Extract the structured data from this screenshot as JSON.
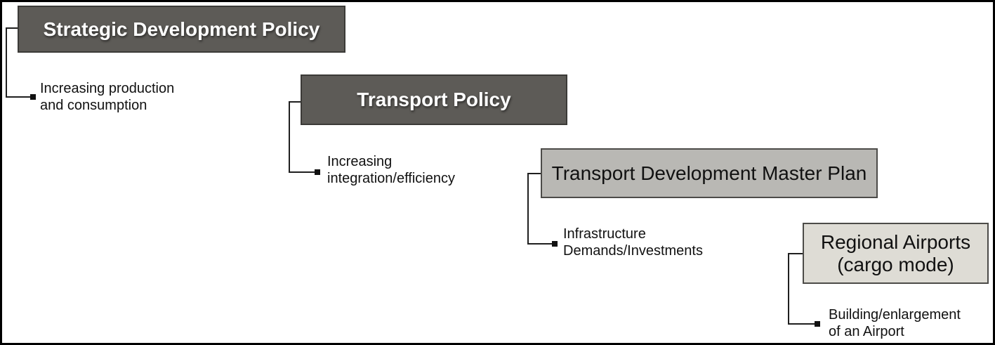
{
  "diagram": {
    "type": "policy-cascade-flowchart",
    "nodes": [
      {
        "id": "strategic-development-policy",
        "label_lines": [
          "Strategic Development Policy"
        ],
        "sub_lines": [
          "Increasing production",
          "and consumption"
        ],
        "fill": "#5d5b57",
        "border_color": "#3b3a37",
        "text_color": "#ffffff"
      },
      {
        "id": "transport-policy",
        "label_lines": [
          "Transport Policy"
        ],
        "sub_lines": [
          "Increasing",
          "integration/efficiency"
        ],
        "fill": "#5d5b57",
        "border_color": "#3b3a37",
        "text_color": "#ffffff"
      },
      {
        "id": "transport-development-master-plan",
        "label_lines": [
          "Transport Development Master Plan"
        ],
        "sub_lines": [
          "Infrastructure",
          "Demands/Investments"
        ],
        "fill": "#b9b8b4",
        "border_color": "#4c4b48",
        "text_color": "#111111"
      },
      {
        "id": "regional-airports-cargo-mode",
        "label_lines": [
          "Regional Airports",
          "(cargo mode)"
        ],
        "sub_lines": [
          "Building/enlargement",
          "of an Airport"
        ],
        "fill": "#dedcd5",
        "border_color": "#4c4b48",
        "text_color": "#111111"
      }
    ],
    "icons": {
      "bullet": "black-square-bullet"
    },
    "colors": {
      "background": "#ffffff",
      "frame": "#000000",
      "connector": "#1f1f1f",
      "bullet": "#111111"
    }
  }
}
